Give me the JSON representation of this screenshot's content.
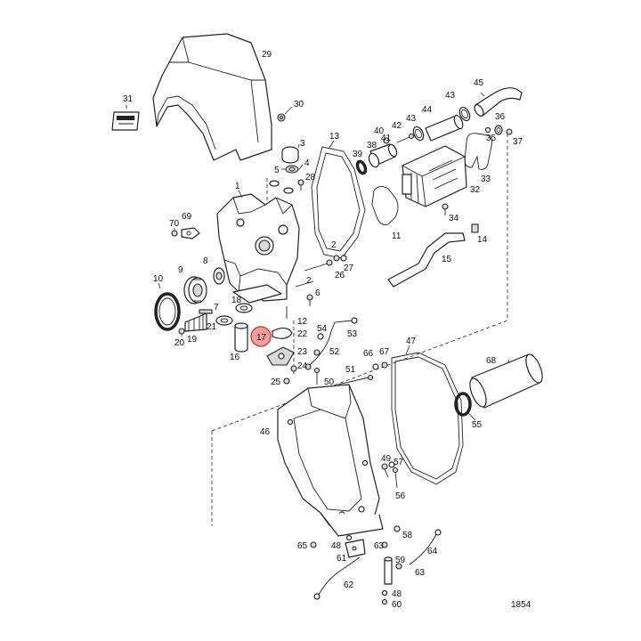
{
  "diagram": {
    "figure_number": "1854",
    "highlighted_callout": "17",
    "highlight_color": "#e8534a",
    "callouts": [
      {
        "id": "29",
        "text": "29"
      },
      {
        "id": "30",
        "text": "30"
      },
      {
        "id": "31",
        "text": "31"
      },
      {
        "id": "3",
        "text": "3"
      },
      {
        "id": "4",
        "text": "4"
      },
      {
        "id": "5",
        "text": "5"
      },
      {
        "id": "28",
        "text": "28"
      },
      {
        "id": "13",
        "text": "13"
      },
      {
        "id": "1",
        "text": "1"
      },
      {
        "id": "70",
        "text": "70"
      },
      {
        "id": "69",
        "text": "69"
      },
      {
        "id": "10",
        "text": "10"
      },
      {
        "id": "9",
        "text": "9"
      },
      {
        "id": "8",
        "text": "8"
      },
      {
        "id": "7",
        "text": "7"
      },
      {
        "id": "2a",
        "text": "2"
      },
      {
        "id": "2b",
        "text": "2"
      },
      {
        "id": "6",
        "text": "6"
      },
      {
        "id": "27",
        "text": "27"
      },
      {
        "id": "26",
        "text": "26"
      },
      {
        "id": "12",
        "text": "12"
      },
      {
        "id": "22",
        "text": "22"
      },
      {
        "id": "21",
        "text": "21"
      },
      {
        "id": "19",
        "text": "19"
      },
      {
        "id": "20",
        "text": "20"
      },
      {
        "id": "18",
        "text": "18"
      },
      {
        "id": "17",
        "text": "17"
      },
      {
        "id": "16",
        "text": "16"
      },
      {
        "id": "23",
        "text": "23"
      },
      {
        "id": "24",
        "text": "24"
      },
      {
        "id": "25",
        "text": "25"
      },
      {
        "id": "54",
        "text": "54"
      },
      {
        "id": "53",
        "text": "53"
      },
      {
        "id": "52",
        "text": "52"
      },
      {
        "id": "50",
        "text": "50"
      },
      {
        "id": "51",
        "text": "51"
      },
      {
        "id": "66",
        "text": "66"
      },
      {
        "id": "67",
        "text": "67"
      },
      {
        "id": "47",
        "text": "47"
      },
      {
        "id": "68",
        "text": "68"
      },
      {
        "id": "55",
        "text": "55"
      },
      {
        "id": "46",
        "text": "46"
      },
      {
        "id": "49",
        "text": "49"
      },
      {
        "id": "57",
        "text": "57"
      },
      {
        "id": "56",
        "text": "56"
      },
      {
        "id": "45",
        "text": "45"
      },
      {
        "id": "43a",
        "text": "43"
      },
      {
        "id": "43b",
        "text": "43"
      },
      {
        "id": "44",
        "text": "44"
      },
      {
        "id": "42",
        "text": "42"
      },
      {
        "id": "40",
        "text": "40"
      },
      {
        "id": "41",
        "text": "41"
      },
      {
        "id": "36",
        "text": "36"
      },
      {
        "id": "35",
        "text": "35"
      },
      {
        "id": "37",
        "text": "37"
      },
      {
        "id": "38",
        "text": "38"
      },
      {
        "id": "39",
        "text": "39"
      },
      {
        "id": "32",
        "text": "32"
      },
      {
        "id": "33",
        "text": "33"
      },
      {
        "id": "34",
        "text": "34"
      },
      {
        "id": "11",
        "text": "11"
      },
      {
        "id": "14",
        "text": "14"
      },
      {
        "id": "15",
        "text": "15"
      },
      {
        "id": "65",
        "text": "65"
      },
      {
        "id": "48a",
        "text": "48"
      },
      {
        "id": "63a",
        "text": "63"
      },
      {
        "id": "58",
        "text": "58"
      },
      {
        "id": "64",
        "text": "64"
      },
      {
        "id": "61",
        "text": "61"
      },
      {
        "id": "59",
        "text": "59"
      },
      {
        "id": "63b",
        "text": "63"
      },
      {
        "id": "62",
        "text": "62"
      },
      {
        "id": "48b",
        "text": "48"
      },
      {
        "id": "60",
        "text": "60"
      }
    ]
  }
}
